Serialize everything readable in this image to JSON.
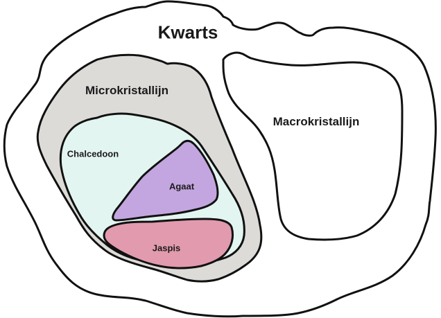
{
  "diagram": {
    "type": "nested-set (Euler) diagram",
    "root": {
      "label": "Kwarts",
      "children": [
        {
          "label": "Microkristallijn",
          "children": [
            {
              "label": "Chalcedoon",
              "children": [
                {
                  "label": "Agaat"
                },
                {
                  "label": "Jaspis"
                }
              ]
            }
          ]
        },
        {
          "label": "Macrokristallijn"
        }
      ]
    },
    "labels": {
      "kwarts": "Kwarts",
      "microkristallijn": "Microkristallijn",
      "macrokristallijn": "Macrokristallijn",
      "chalcedoon": "Chalcedoon",
      "agaat": "Agaat",
      "jaspis": "Jaspis"
    },
    "colors": {
      "outline": "#111111",
      "kwarts_fill": "#ffffff",
      "microkristallijn_fill": "#dcdbd8",
      "chalcedoon_fill": "#e3f5f1",
      "agaat_fill": "#c3a6e0",
      "jaspis_fill": "#e29aae",
      "macrokristallijn_fill": "#ffffff"
    }
  }
}
